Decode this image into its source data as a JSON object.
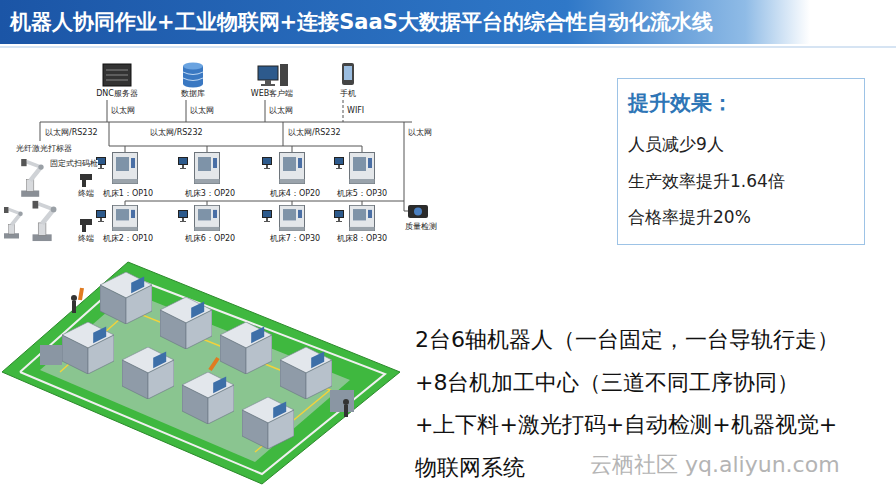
{
  "diagram": {
    "title": "机器人协同作业+工业物联网+连接SaaS大数据平台的综合性自动化流水线",
    "nodes": [
      {
        "text": [
          "提升效果：",
          "人员减少9人",
          "生产效率提升1.64倍",
          "合格率提升20%"
        ]
      }
    ],
    "labels": [
      "DNC服务器",
      "数据库",
      "WEB客户端",
      "手机",
      "以太网",
      "以太网",
      "以太网",
      "WIFI",
      "以太网/RS232",
      "以太网/RS232",
      "以太网/RS232",
      "以太网",
      "光纤激光打标器",
      "固定式扫码枪",
      "终端",
      "机床1：OP10",
      "机床3：OP20",
      "机床4：OP20",
      "机床5：OP30",
      "质量检测",
      "终端",
      "机床2：OP10",
      "机床6：OP20",
      "机床7：OP30",
      "机床8：OP30",
      "2台6轴机器人（一台固定，一台导轨行走）",
      "+8台机加工中心（三道不同工序协同）",
      "+上下料+激光打码+自动检测+机器视觉+",
      "物联网系统",
      "云栖社区 yq.aliyun.com"
    ]
  }
}
